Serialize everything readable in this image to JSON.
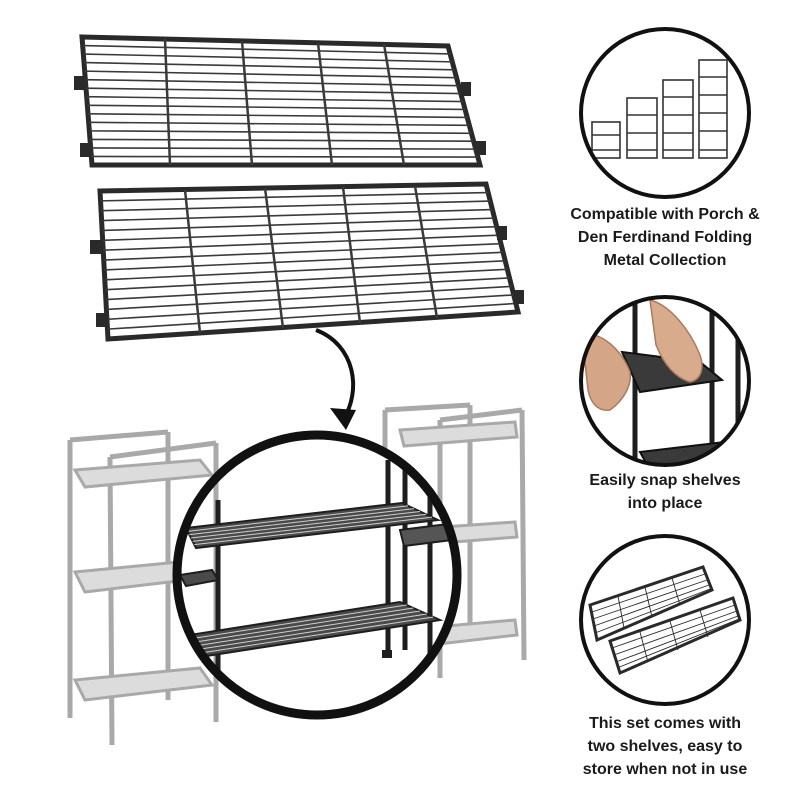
{
  "colors": {
    "shelf_frame": "#2a2a2a",
    "ghost_unit": "#a9a9a9",
    "circle_stroke": "#111111",
    "background": "#ffffff"
  },
  "icons": {
    "main_arrow": "curved-arrow-down-icon",
    "main_circle": "magnifier-circle"
  },
  "features": [
    {
      "name": "compatibility",
      "lines": [
        "Compatible with Porch &",
        "Den Ferdinand Folding",
        "Metal Collection"
      ]
    },
    {
      "name": "snap-in",
      "lines": [
        "Easily snap shelves",
        "into place"
      ]
    },
    {
      "name": "set-contents",
      "lines": [
        "This set comes with",
        "two shelves, easy to",
        "store when not in use"
      ]
    }
  ]
}
